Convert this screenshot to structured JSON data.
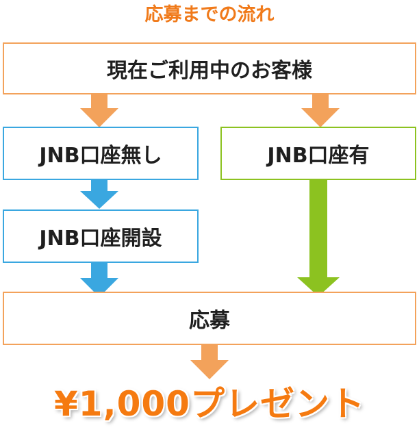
{
  "title": "応募までの流れ",
  "steps": {
    "current_customer": "現在ご利用中のお客様",
    "no_account": "JNB口座無し",
    "has_account": "JNB口座有",
    "open_account": "JNB口座開設",
    "apply": "応募"
  },
  "prize": "¥1,000プレゼント",
  "colors": {
    "orange": "#f3a25b",
    "blue": "#3aa7e0",
    "green": "#8cc220",
    "prize_orange": "#f57a10"
  }
}
